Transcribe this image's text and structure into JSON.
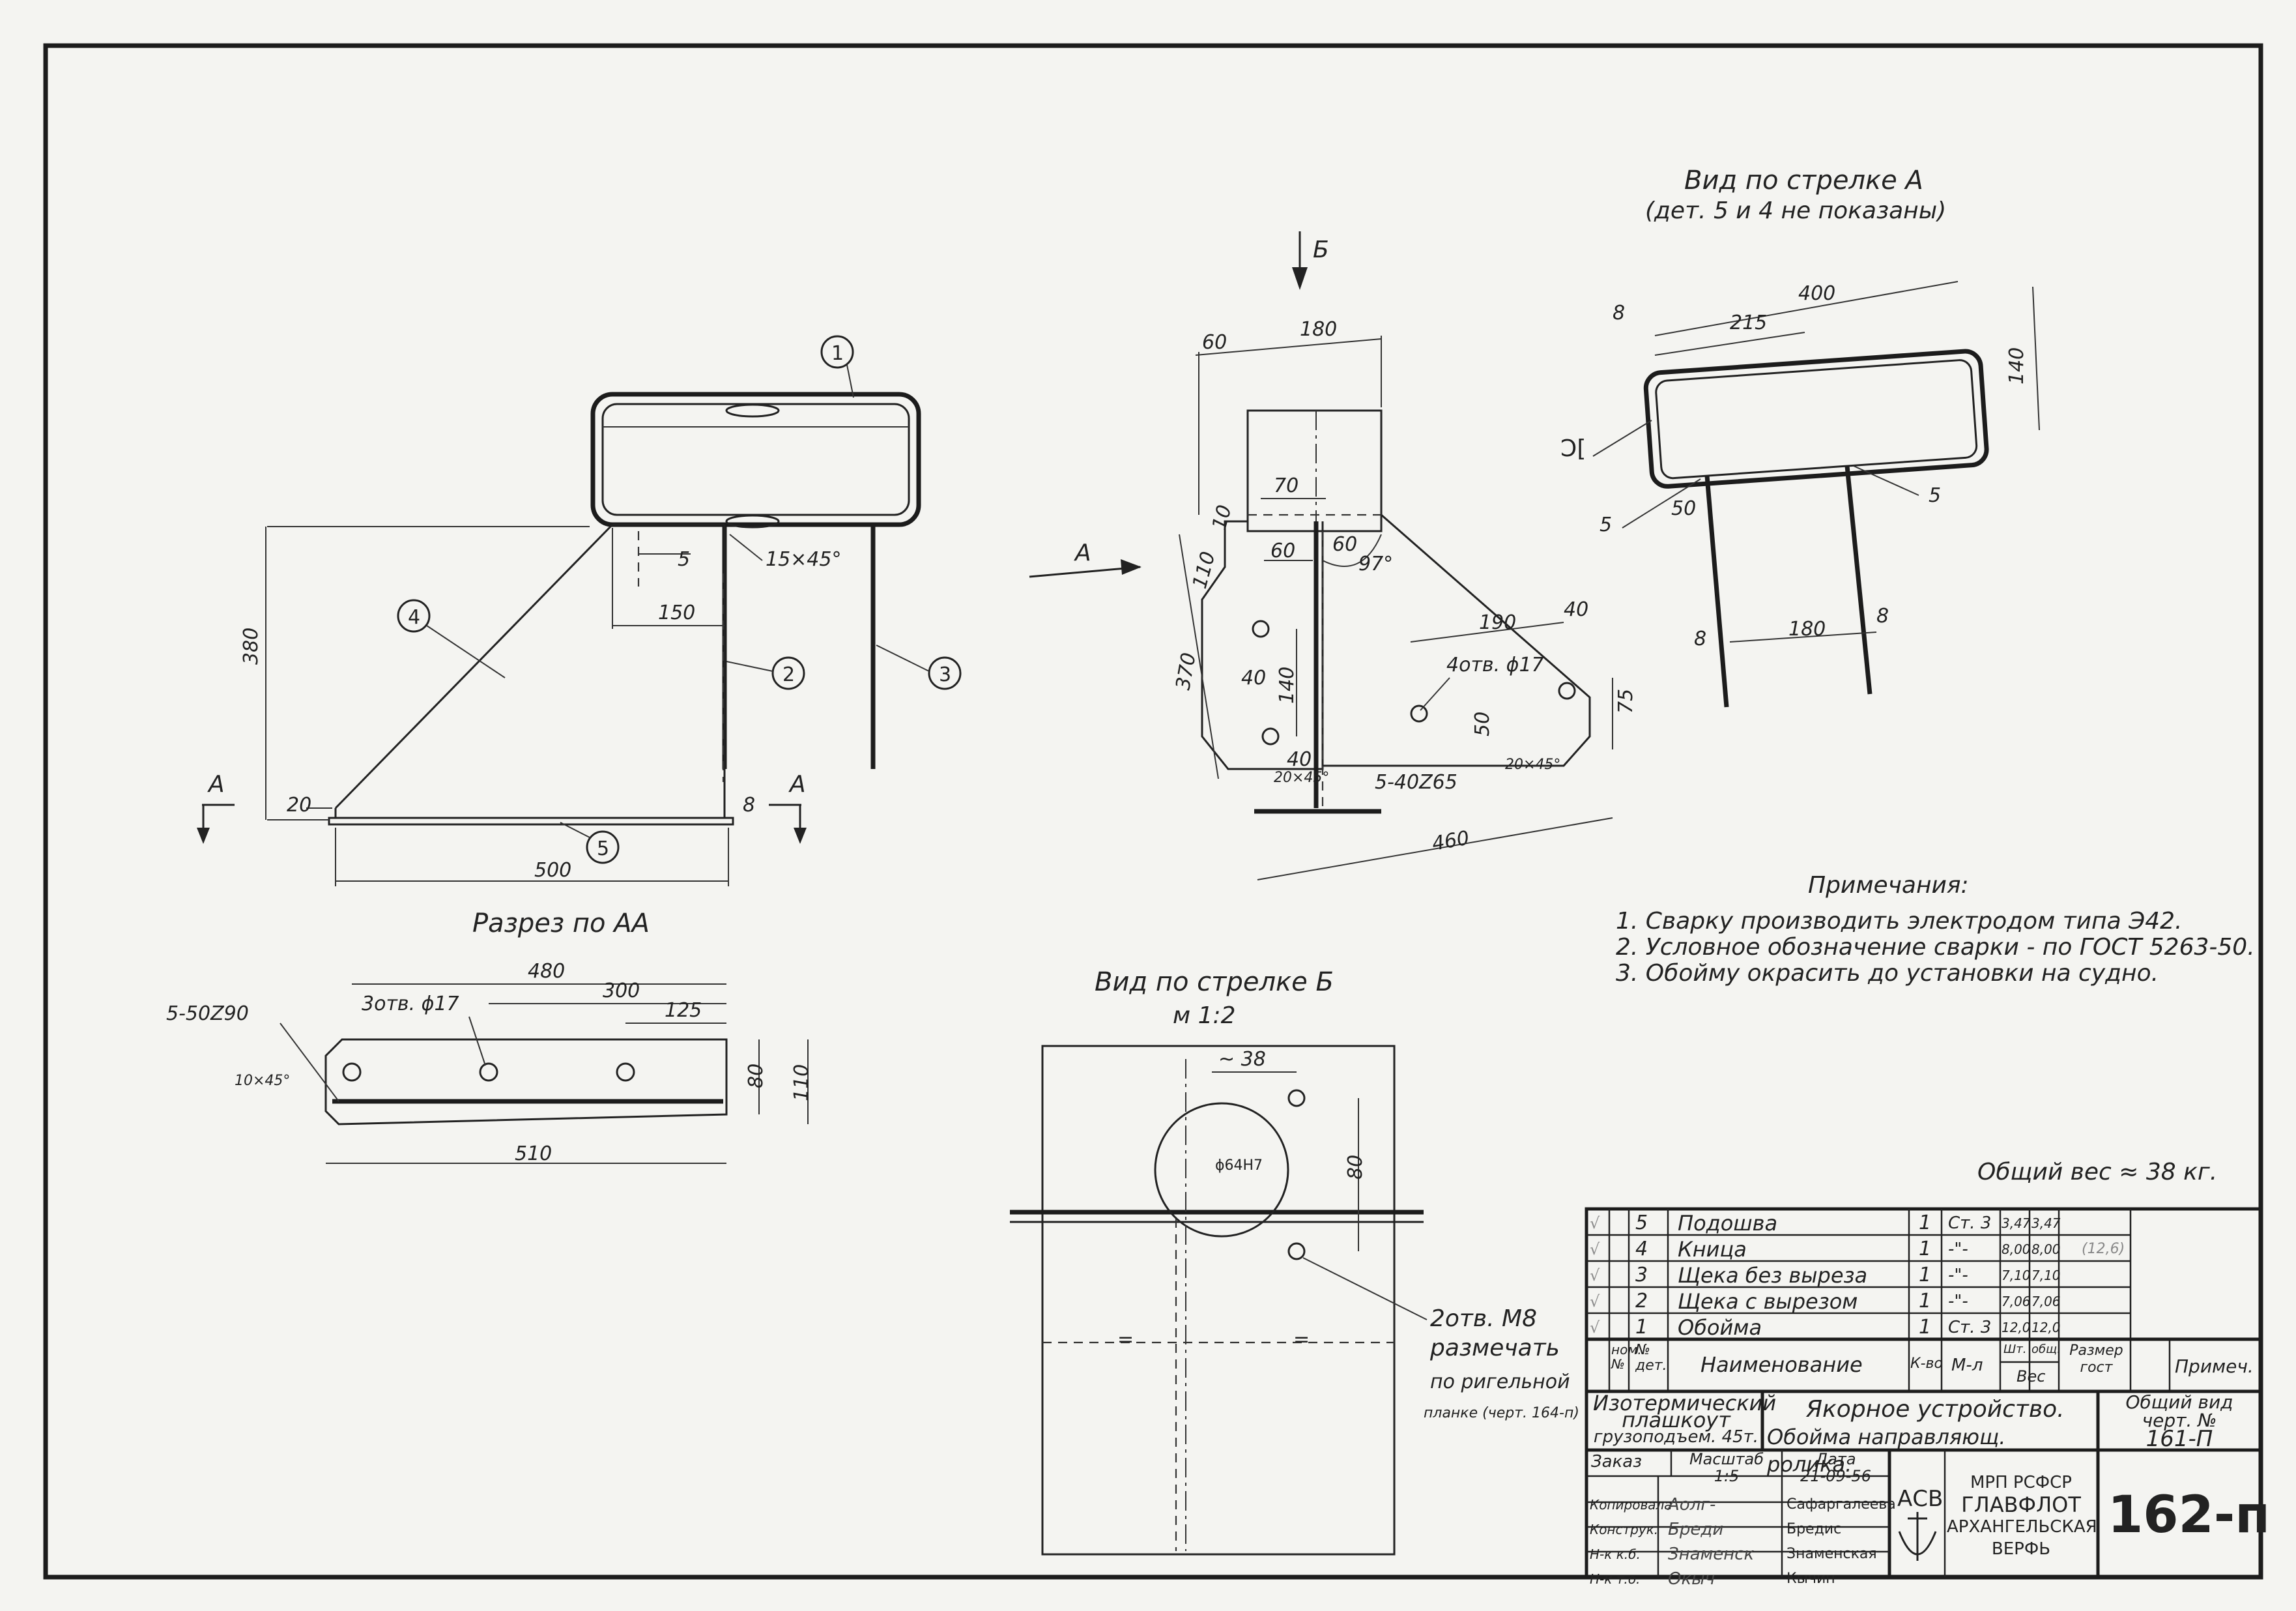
{
  "title_top_right": "Вид по стрелке А",
  "title_top_right_sub": "(дет. 5 и 4 не показаны)",
  "arrow_b_label": "Б",
  "arrow_a_label": "А",
  "section_title": "Разрез по АА",
  "view_b_title": "Вид по стрелке Б",
  "view_b_scale": "м 1:2",
  "main_view": {
    "balloons": [
      "1",
      "2",
      "3",
      "4",
      "5"
    ],
    "dims": {
      "d380": "380",
      "d150": "150",
      "d500": "500",
      "d20": "20",
      "d8": "8",
      "d5": "5",
      "chamfer": "15×45°"
    },
    "section_a": "А"
  },
  "side_view": {
    "dims": {
      "d60": "60",
      "d180": "180",
      "d70": "70",
      "d10": "10",
      "d110": "110",
      "d60b": "60",
      "d60c": "60",
      "d97": "97°",
      "d370": "370",
      "d40": "40",
      "d140": "140",
      "d40b": "40",
      "d190": "190",
      "d40c": "40",
      "holes": "4отв. ϕ17",
      "d50": "50",
      "d75": "75",
      "ch1": "20×45°",
      "ch2": "20×45°",
      "weld": "5-40Z65",
      "d460": "460"
    }
  },
  "view_a": {
    "dims": {
      "d400": "400",
      "d215": "215",
      "d8": "8",
      "d140": "140",
      "d50": "50",
      "d8b": "8",
      "d180": "180",
      "d8c": "8",
      "l5a": "5",
      "l5b": "5",
      "weld": "Ɔ["
    }
  },
  "section_aa": {
    "dims": {
      "d480": "480",
      "holes": "3отв. ϕ17",
      "d300": "300",
      "d125": "125",
      "weld": "5-50Z90",
      "chamfer": "10×45°",
      "d80": "80",
      "d110": "110",
      "d510": "510"
    }
  },
  "view_b": {
    "dims": {
      "d38": "~ 38",
      "circle": "ϕ64Н7",
      "d80": "80",
      "eq1": "=",
      "eq2": "="
    },
    "note": [
      "2отв. М8",
      "размечать",
      "по ригельной",
      "планке (черт. 164-п)"
    ]
  },
  "notes": {
    "header": "Примечания:",
    "items": [
      "1. Сварку производить электродом типа Э42.",
      "2. Условное обозначение сварки - по ГОСТ 5263-50.",
      "3. Обойму окрасить до установки на судно."
    ]
  },
  "total_weight": "Общий вес ≈ 38 кг.",
  "bom": {
    "rows": [
      {
        "check": "√",
        "pos": "5",
        "name": "Подошва",
        "qty": "1",
        "mat": "Ст. 3",
        "w1": "3,47",
        "w2": "3,47",
        "note": ""
      },
      {
        "check": "√",
        "pos": "4",
        "name": "Кница",
        "qty": "1",
        "mat": "-\"-",
        "w1": "8,00",
        "w2": "8,00",
        "note": "(12,6)"
      },
      {
        "check": "√",
        "pos": "3",
        "name": "Щека без выреза",
        "qty": "1",
        "mat": "-\"-",
        "w1": "7,10",
        "w2": "7,10",
        "note": ""
      },
      {
        "check": "√",
        "pos": "2",
        "name": "Щека с вырезом",
        "qty": "1",
        "mat": "-\"-",
        "w1": "7,06",
        "w2": "7,06",
        "note": ""
      },
      {
        "check": "√",
        "pos": "1",
        "name": "Обойма",
        "qty": "1",
        "mat": "Ст. 3",
        "w1": "12,0",
        "w2": "12,0",
        "note": ""
      }
    ],
    "header": {
      "nom": "ном.",
      "nom2": "№",
      "det": "№",
      "det2": "дет.",
      "name": "Наименование",
      "qty": "К-во",
      "mat": "М-л",
      "w1": "Шт.",
      "w2": "общ.",
      "wlabel": "Вес",
      "size": "Размер",
      "size2": "гост",
      "prim": "Примеч."
    }
  },
  "title_block": {
    "project1": "Изотермический",
    "project2": "плашкоут",
    "project3": "грузоподъем. 45т.",
    "name1": "Якорное устройство.",
    "name2": "Обойма направляющ. ролика.",
    "gen1": "Общий вид",
    "gen2": "черт. №",
    "gen3": "161-П",
    "zakaz": "Заказ",
    "scale_label": "Масштаб",
    "scale": "1:5",
    "date_label": "Дата",
    "date": "21-09-56",
    "roles": [
      "Копировала",
      "Конструк.",
      "Н-к к.б.",
      "Н-к т.о."
    ],
    "people": [
      "Сафаргалеева",
      "Бредис",
      "Знаменская",
      "Кычин"
    ],
    "signatures": [
      "Аолг-",
      "Бреди",
      "Знаменск",
      "Окыч"
    ],
    "org1": "МРП РСФСР",
    "org2": "ГЛАВФЛОТ",
    "org3": "АРХАНГЕЛЬСКАЯ",
    "org4": "ВЕРФЬ",
    "logo": "АСВ",
    "drawing_no": "162-п"
  }
}
